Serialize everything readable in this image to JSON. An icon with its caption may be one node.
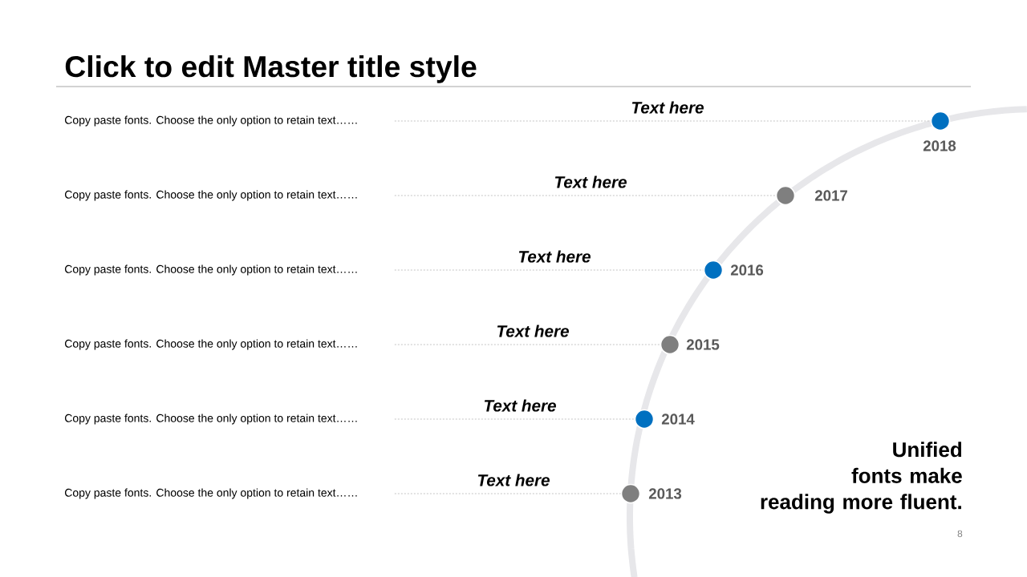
{
  "diagram": {
    "title": "Click to edit Master title style",
    "nodes": [
      {
        "text": [
          "Copy paste fonts. Choose the only option to retain text……"
        ]
      },
      {
        "text": [],
        "shape": "circle",
        "beside": [
          "2018"
        ]
      },
      {
        "text": [
          "Copy paste fonts. Choose the only option to retain text……"
        ]
      },
      {
        "text": [],
        "shape": "circle",
        "beside": [
          "2017"
        ]
      },
      {
        "text": [
          "Copy paste fonts. Choose the only option to retain text……"
        ]
      },
      {
        "text": [],
        "shape": "circle",
        "beside": [
          "2016"
        ]
      },
      {
        "text": [
          "Copy paste fonts. Choose the only option to retain text……"
        ]
      },
      {
        "text": [],
        "shape": "circle",
        "beside": [
          "2015"
        ]
      },
      {
        "text": [
          "Copy paste fonts. Choose the only option to retain text……"
        ]
      },
      {
        "text": [],
        "shape": "circle",
        "beside": [
          "2014"
        ]
      },
      {
        "text": [
          "Copy paste fonts. Choose the only option to retain text……"
        ]
      },
      {
        "text": [],
        "shape": "circle",
        "beside": [
          "2013"
        ]
      }
    ],
    "edges": [
      {
        "from": 0,
        "to": 1,
        "arrow": "none",
        "label": "Text here",
        "style": "dashed"
      },
      {
        "from": 2,
        "to": 3,
        "arrow": "none",
        "label": "Text here",
        "style": "dashed"
      },
      {
        "from": 4,
        "to": 5,
        "arrow": "none",
        "label": "Text here",
        "style": "dashed"
      },
      {
        "from": 6,
        "to": 7,
        "arrow": "none",
        "label": "Text here",
        "style": "dashed"
      },
      {
        "from": 8,
        "to": 9,
        "arrow": "none",
        "label": "Text here",
        "style": "dashed"
      },
      {
        "from": 10,
        "to": 11,
        "arrow": "none",
        "label": "Text here",
        "style": "dashed"
      }
    ],
    "labels": [
      "Unified fonts make reading more fluent.",
      "8"
    ]
  }
}
